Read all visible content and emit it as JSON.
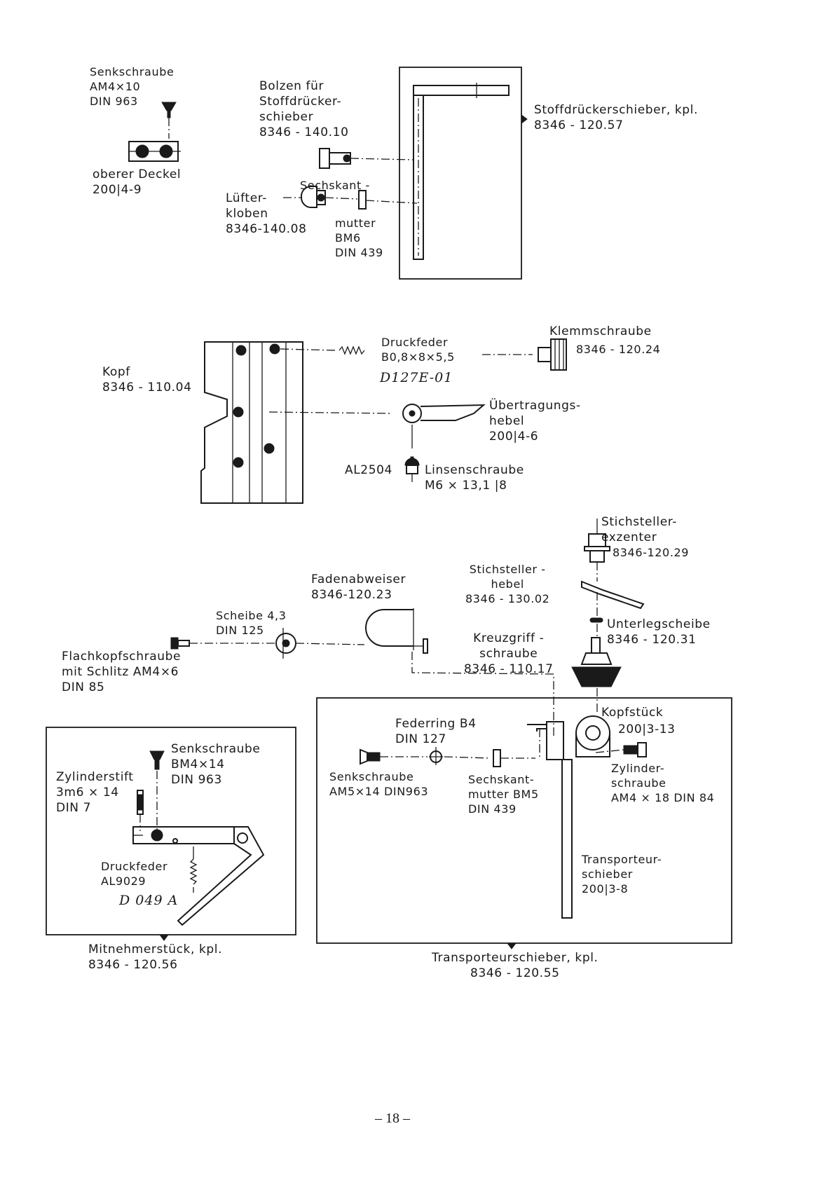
{
  "labels": {
    "senkschraube_top": "Senkschraube\nAM4×10\nDIN 963",
    "oberer_deckel": "oberer Deckel\n200|4-9",
    "bolzen": "Bolzen für\nStoffdrücker-\nschieber\n8346 - 140.10",
    "sechskant_top": "Sechskant -",
    "lufter": "Lüfter-\nkloben\n8346-140.08",
    "mutter_top": "mutter\nBM6\nDIN 439",
    "stoffdrueckerschieber": "Stoffdrückerschieber, kpl.\n8346 - 120.57",
    "druckfeder_top": "Druckfeder\nB0,8×8×5,5",
    "druckfeder_top_hand": "D127E-01",
    "klemmschraube": "Klemmschraube",
    "klemmschraube_num": "8346 - 120.24",
    "kopf": "Kopf\n8346 - 110.04",
    "uebertragungshebel": "Übertragungs-\nhebel\n200|4-6",
    "al2504": "AL2504",
    "linsenschraube": "Linsenschraube\nM6 × 13,1 |8",
    "stichsteller_exzenter": "Stichsteller-\nexzenter",
    "stichsteller_exzenter_num": "8346-120.29",
    "stichsteller_hebel": "Stichsteller -\nhebel\n8346 - 130.02",
    "fadenabweiser": "Fadenabweiser\n8346-120.23",
    "scheibe": "Scheibe 4,3\nDIN 125",
    "flachkopfschraube": "Flachkopfschraube\nmit Schlitz AM4×6\nDIN 85",
    "unterlegscheibe": "Unterlegscheibe\n8346 - 120.31",
    "kreuzgriffschraube": "Kreuzgriff -\nschraube\n8346 - 110.17",
    "kopfstueck": "Kopfstück",
    "kopfstueck_num": "200|3-13",
    "federring": "Federring B4\nDIN 127",
    "senkschraube_mid": "Senkschraube\nAM5×14 DIN963",
    "sechskantmutter_mid": "Sechskant-\nmutter BM5\nDIN 439",
    "zylinderschraube": "Zylinder-\nschraube\nAM4 × 18 DIN 84",
    "transporteurschieber": "Transporteur-\nschieber\n200|3-8",
    "senkschraube_left": "Senkschraube\nBM4×14\nDIN 963",
    "zylinderstift": "Zylinderstift\n3m6 × 14\nDIN 7",
    "druckfeder_left": "Druckfeder\nAL9029",
    "druckfeder_left_hand": "D 049 A",
    "mitnehmerstueck": "Mitnehmerstück, kpl.\n8346 - 120.56",
    "transporteurschieber_kpl": "Transporteurschieber, kpl.\n8346 - 120.55"
  },
  "page_number": "– 18 –",
  "colors": {
    "ink": "#1a1a1a",
    "paper": "#ffffff"
  }
}
